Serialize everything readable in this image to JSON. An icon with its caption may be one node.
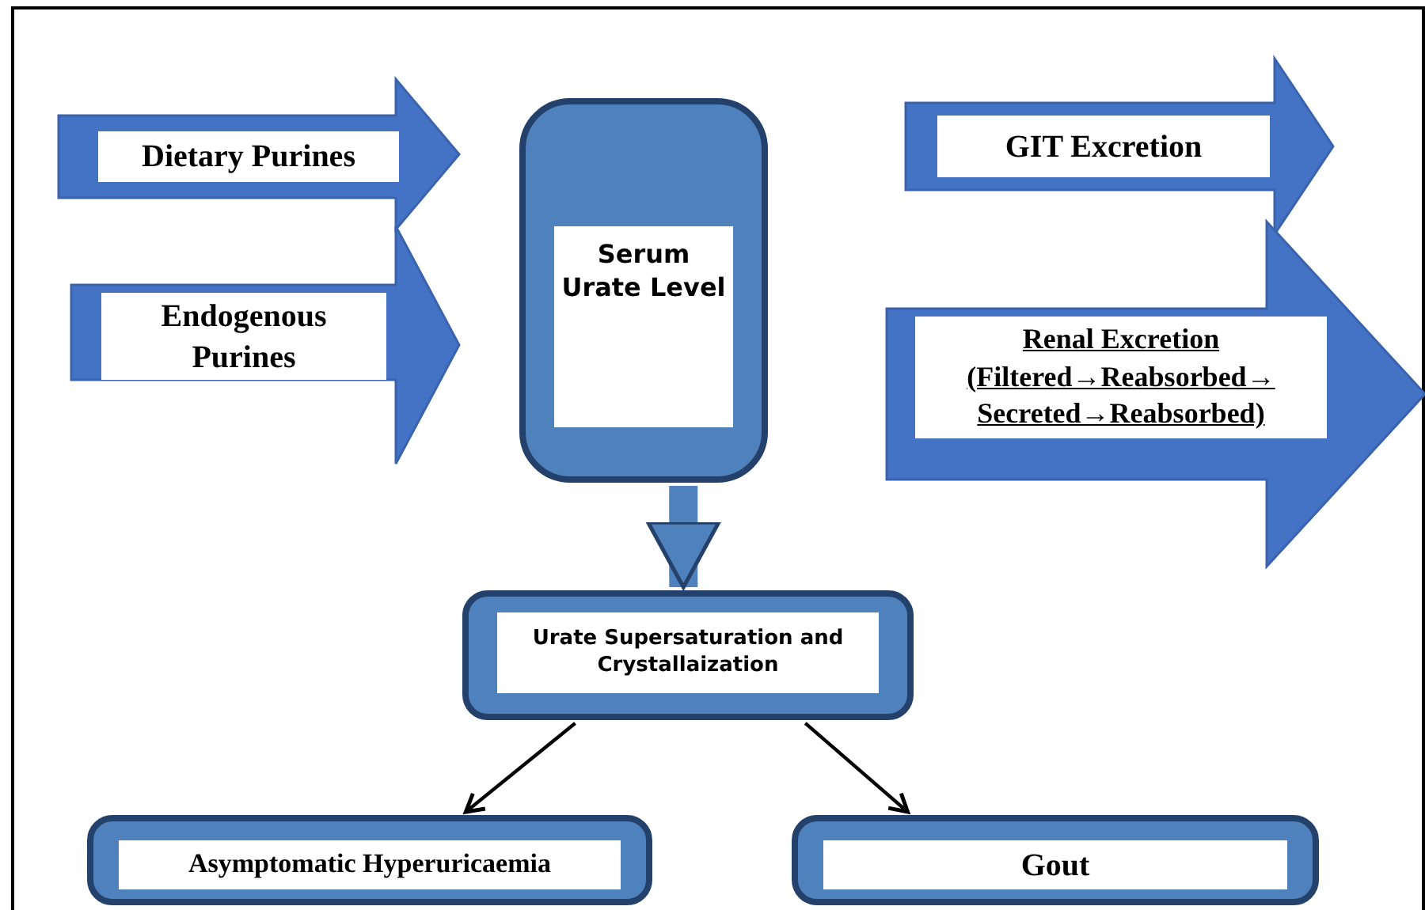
{
  "diagram": {
    "nodes": [
      {
        "text": [
          "Dietary Purines"
        ]
      },
      {
        "text": [
          "Endogenous Purines"
        ]
      },
      {
        "text": [
          "Serum Urate Level"
        ]
      },
      {
        "text": [
          "GIT Excretion"
        ]
      },
      {
        "text": [
          "Renal Excretion",
          "(Filtered→Reabsorbed→ Secreted→Reabsorbed)"
        ]
      },
      {
        "text": [
          "Urate Supersaturation and Crystallaization"
        ]
      },
      {
        "text": [
          "Asymptomatic Hyperuricaemia"
        ]
      },
      {
        "text": [
          "Gout"
        ]
      }
    ],
    "edges": [
      {
        "from": 2,
        "to": 5,
        "arrow": "to",
        "style": "thick",
        "color": "#4f81bd"
      },
      {
        "from": 5,
        "to": 6,
        "arrow": "to"
      },
      {
        "from": 5,
        "to": 7,
        "arrow": "to"
      }
    ]
  }
}
